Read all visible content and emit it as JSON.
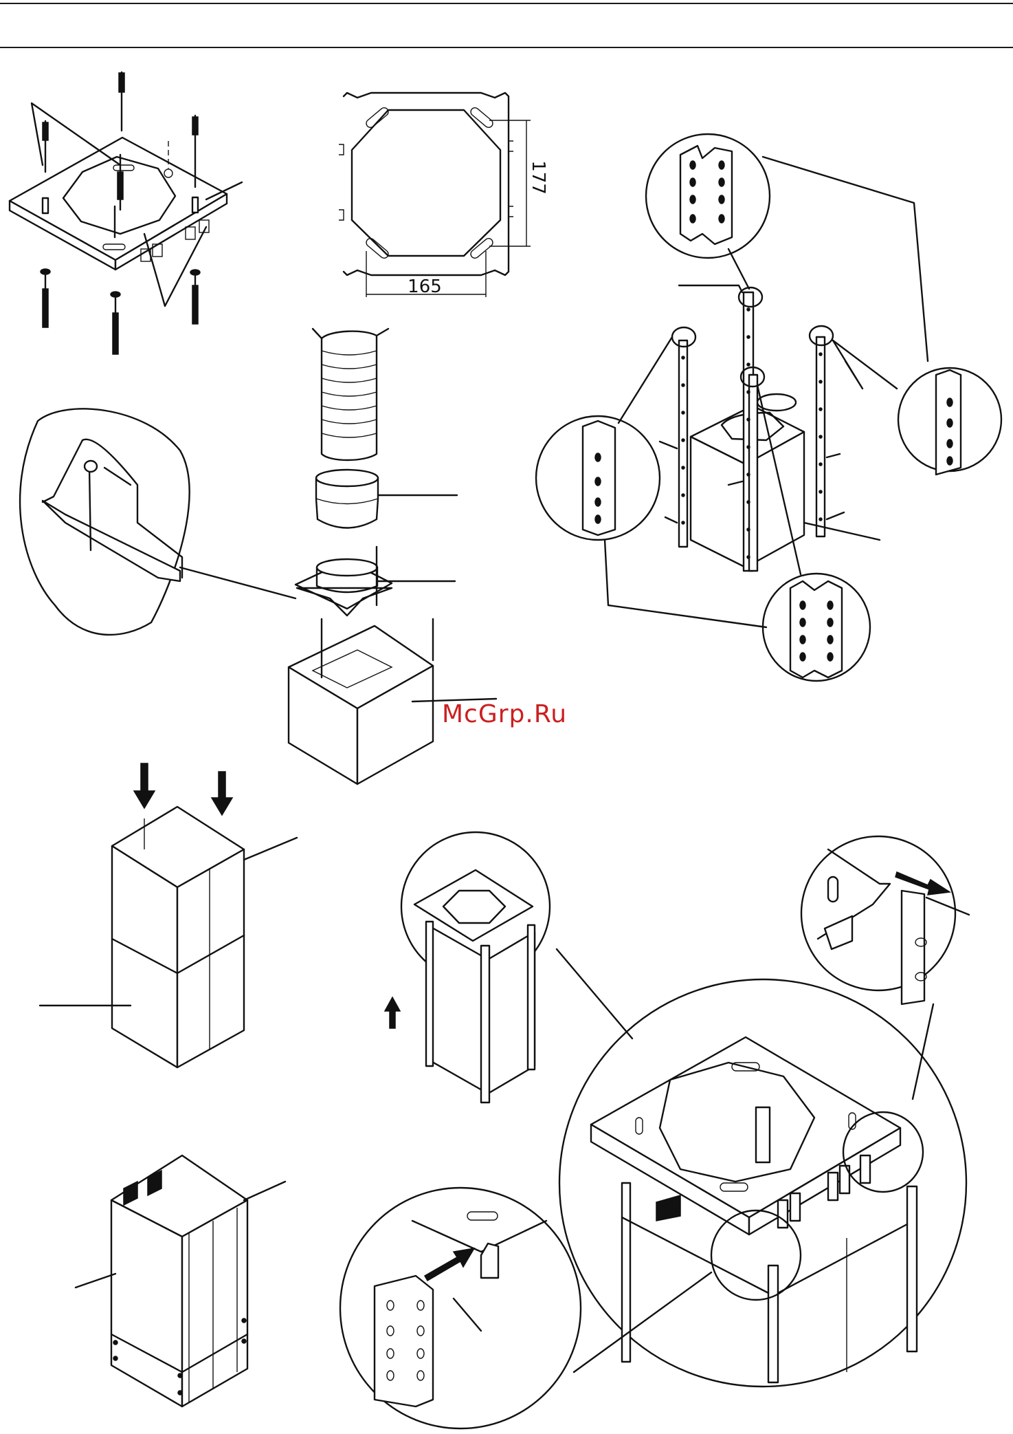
{
  "dimensions": {
    "width_mm": "165",
    "height_mm": "177"
  },
  "watermark": {
    "text": "McGrp.Ru",
    "color": "#cc1f1f"
  },
  "colors": {
    "line": "#111111",
    "background": "#ffffff"
  }
}
